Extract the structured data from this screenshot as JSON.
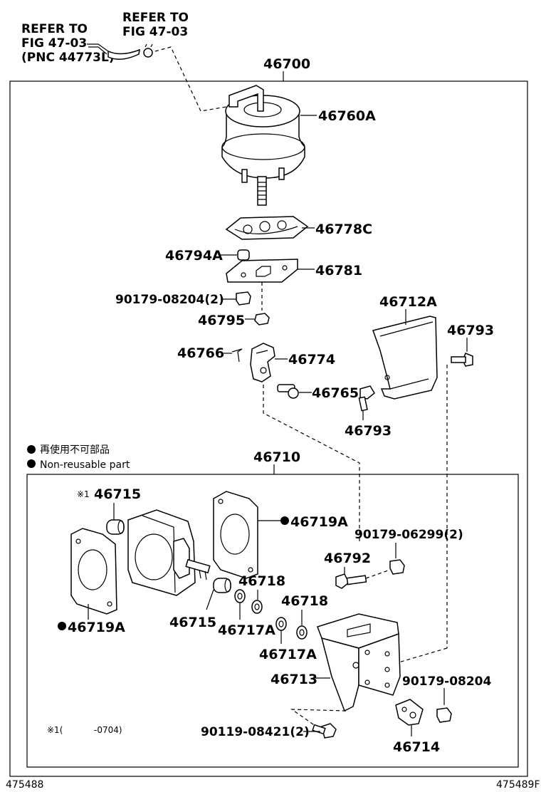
{
  "refs": {
    "left": [
      "REFER TO",
      "FIG 47-03",
      "(PNC 44773L)"
    ],
    "right": [
      "REFER TO",
      "FIG 47-03"
    ]
  },
  "assembly_outer": "46700",
  "assembly_inner": "46710",
  "parts": {
    "p46760A": "46760A",
    "p46778C": "46778C",
    "p46794A": "46794A",
    "p46781": "46781",
    "p90179_08204_2": "90179-08204(2)",
    "p46795": "46795",
    "p46712A": "46712A",
    "p46793_top": "46793",
    "p46766": "46766",
    "p46774": "46774",
    "p46765": "46765",
    "p46793_bottom": "46793",
    "p46715_top": "46715",
    "p46719A_right": "46719A",
    "p90179_06299_2": "90179-06299(2)",
    "p46792": "46792",
    "p46718_a": "46718",
    "p46718_b": "46718",
    "p46715_bottom": "46715",
    "p46717A_a": "46717A",
    "p46717A_b": "46717A",
    "p46719A_left": "46719A",
    "p46713": "46713",
    "p90179_08204": "90179-08204",
    "p90119_08421_2": "90119-08421(2)",
    "p46714": "46714"
  },
  "legend": {
    "jp": "再使用不可部品",
    "en": "Non-reusable part",
    "bullet_icon": "filled-circle-icon"
  },
  "marks": {
    "ref1": "※1",
    "footnote_mark": "※1(",
    "footnote_value": "-0704)"
  },
  "footer": {
    "left_id": "475488",
    "right_id": "475489F"
  }
}
